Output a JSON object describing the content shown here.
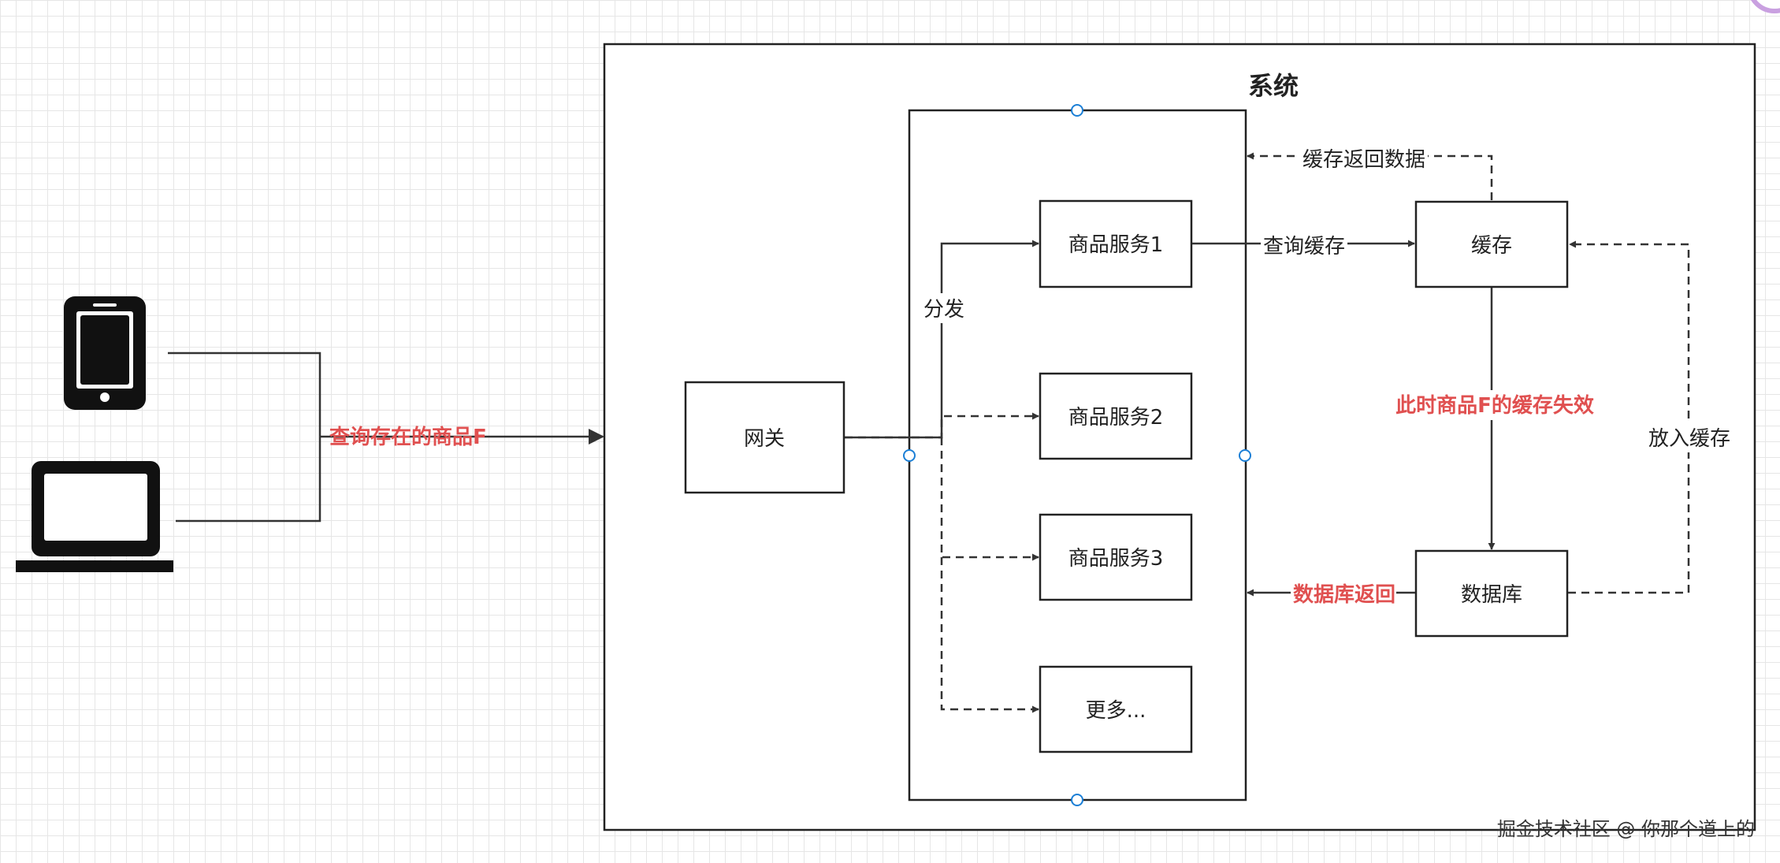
{
  "system_title": "系统",
  "client_request_label": "查询存在的商品F",
  "nodes": {
    "gateway": "网关",
    "service1": "商品服务1",
    "service2": "商品服务2",
    "service3": "商品服务3",
    "more": "更多...",
    "cache": "缓存",
    "database": "数据库"
  },
  "edge_labels": {
    "dispatch": "分发",
    "query_cache": "查询缓存",
    "cache_return": "缓存返回数据",
    "cache_expired": "此时商品F的缓存失效",
    "put_cache": "放入缓存",
    "db_return": "数据库返回"
  },
  "icons": [
    "phone-icon",
    "laptop-icon"
  ],
  "colors": {
    "highlight": "#e05050",
    "handle": "#1b7fd6"
  },
  "watermark": "掘金技术社区 @ 你那个道上的"
}
